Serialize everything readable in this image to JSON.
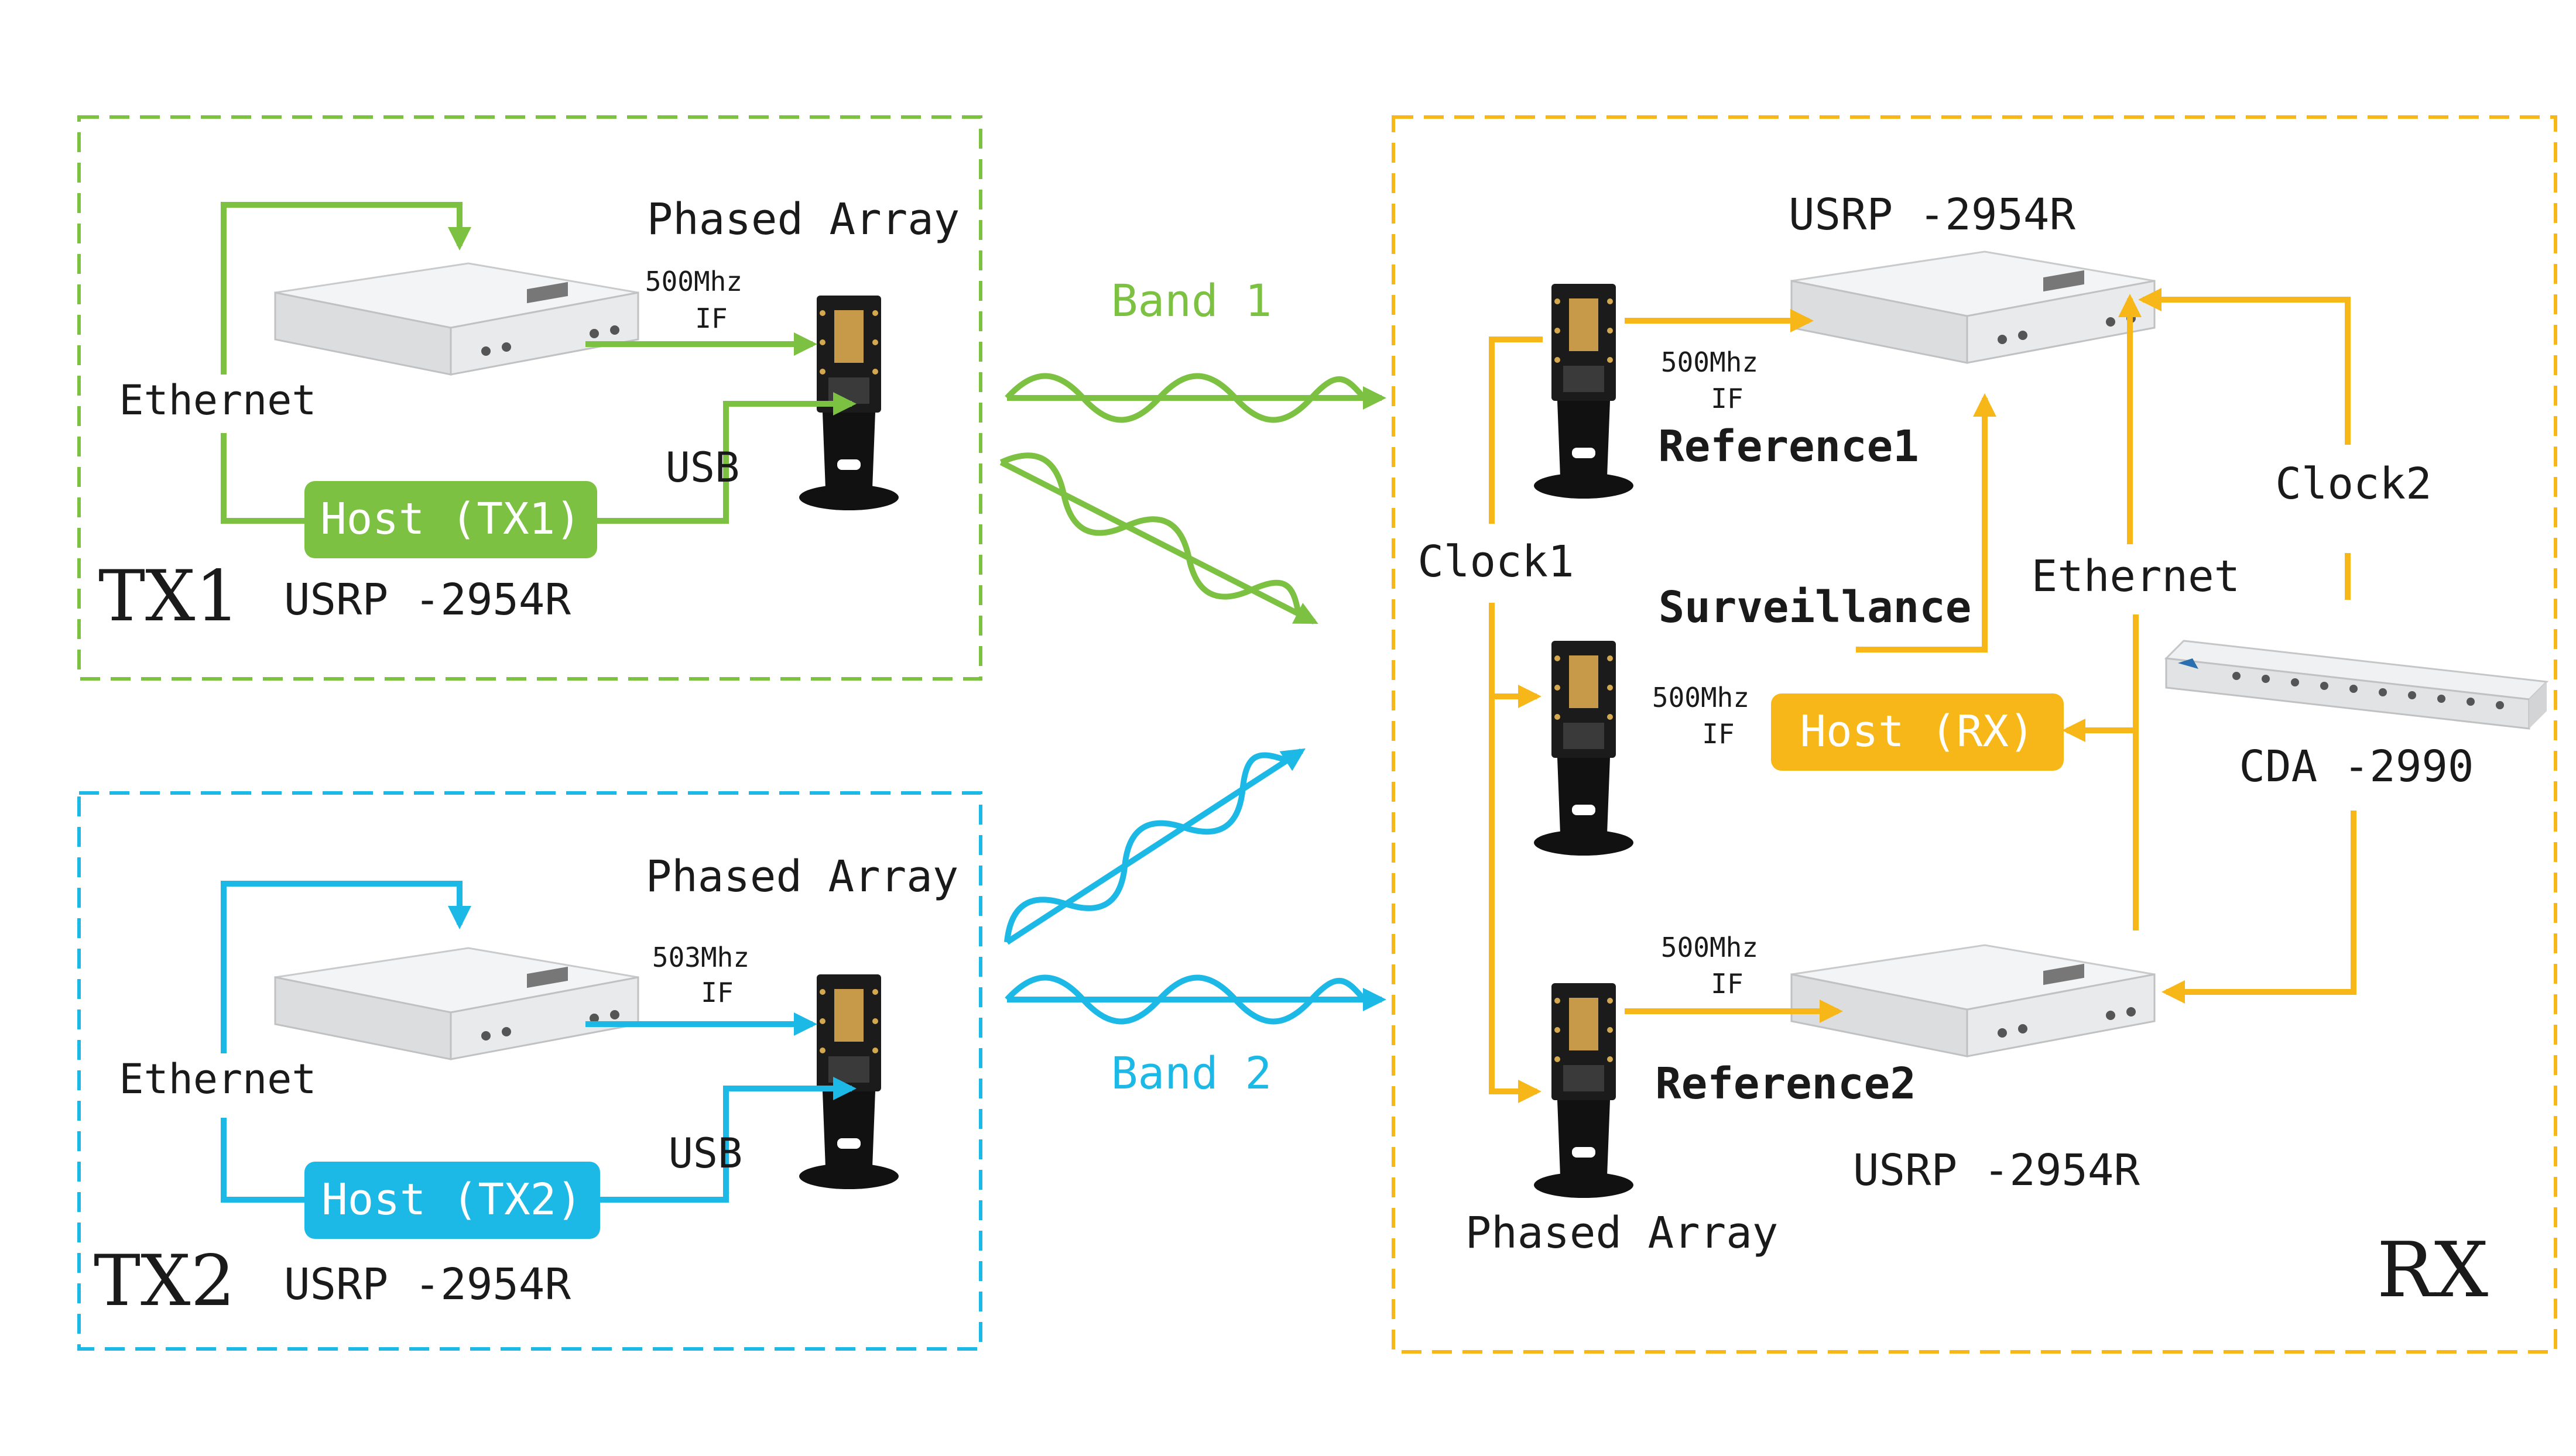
{
  "colors": {
    "tx1": "#7cc142",
    "tx2": "#1cb9e6",
    "rx": "#f7b718",
    "device_body": "#e6e7e8",
    "device_dark": "#2b2b2b"
  },
  "tx1": {
    "label": "TX1",
    "phased_array": "Phased Array",
    "if_freq": "500Mhz",
    "if_label": "IF",
    "ethernet": "Ethernet",
    "usb": "USB",
    "host": "Host (TX1)",
    "usrp": "USRP -2954R"
  },
  "tx2": {
    "label": "TX2",
    "phased_array": "Phased Array",
    "if_freq": "503Mhz",
    "if_label": "IF",
    "ethernet": "Ethernet",
    "usb": "USB",
    "host": "Host (TX2)",
    "usrp": "USRP -2954R"
  },
  "channel": {
    "band1": "Band 1",
    "band2": "Band 2"
  },
  "rx": {
    "label": "RX",
    "usrp_top": "USRP -2954R",
    "usrp_bottom": "USRP -2954R",
    "reference1": "Reference1",
    "reference2": "Reference2",
    "surveillance": "Surveillance",
    "if1_freq": "500Mhz",
    "if1_label": "IF",
    "if2_freq": "500Mhz",
    "if2_label": "IF",
    "if3_freq": "500Mhz",
    "if3_label": "IF",
    "clock1": "Clock1",
    "clock2": "Clock2",
    "ethernet": "Ethernet",
    "host": "Host (RX)",
    "cda": "CDA -2990",
    "phased_array": "Phased Array"
  }
}
